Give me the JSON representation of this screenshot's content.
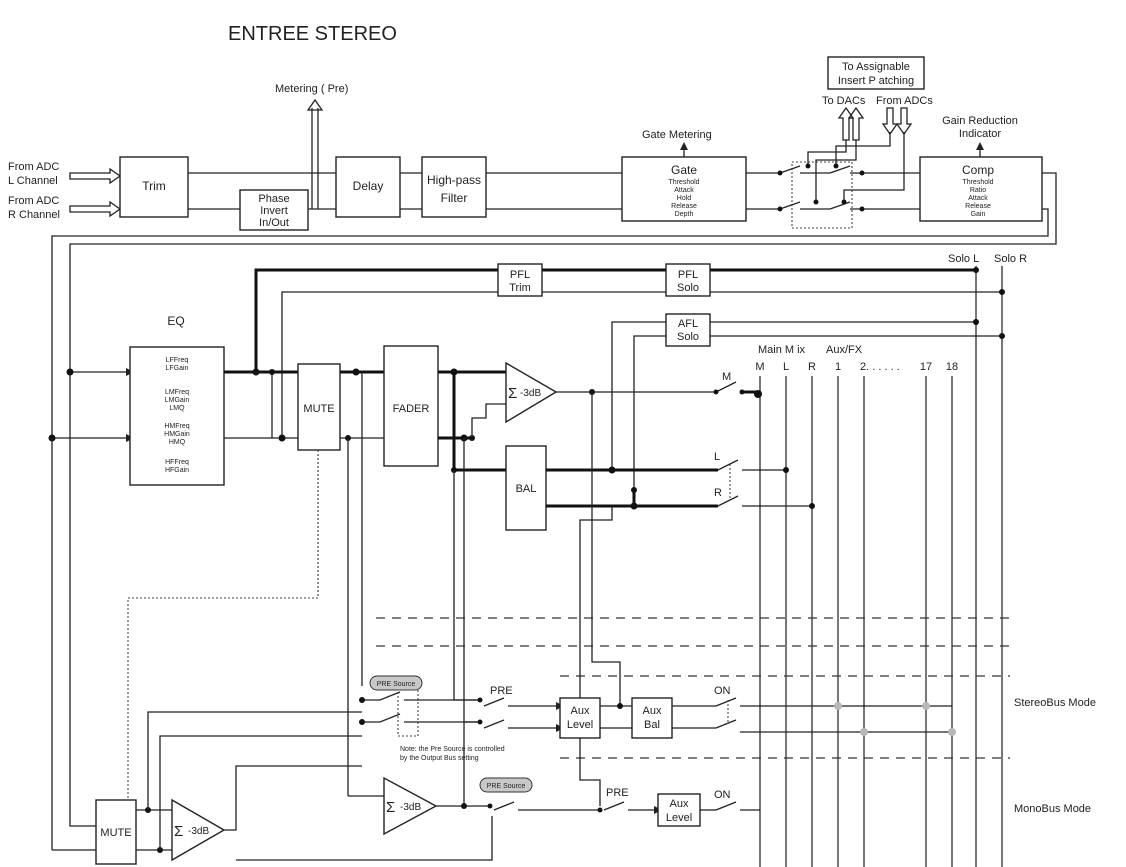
{
  "title": "ENTREE STEREO",
  "inputs": {
    "l_line1": "From ADC",
    "l_line2": "L Channel",
    "r_line1": "From ADC",
    "r_line2": "R Channel"
  },
  "labels": {
    "metering_pre": "Metering ( Pre)",
    "gate_metering": "Gate Metering",
    "insert_line1": "To Assignable",
    "insert_line2": "Insert P atching",
    "to_dacs": "To DACs",
    "from_adcs": "From ADCs",
    "gain_line1": "Gain Reduction",
    "gain_line2": "Indicator",
    "solo_l": "Solo L",
    "solo_r": "Solo R",
    "main_mix": "Main M ix",
    "aux_fx": "Aux/FX",
    "bus_m": "M",
    "bus_l": "L",
    "bus_r": "R",
    "bus_1": "1",
    "bus_2": "2. . . . . .",
    "bus_17": "17",
    "bus_18": "18",
    "switch_m": "M",
    "switch_l": "L",
    "switch_r": "R",
    "pre_1": "PRE",
    "pre_2": "PRE",
    "on_1": "ON",
    "on_2": "ON",
    "pre_source_1": "PRE Source",
    "pre_source_2": "PRE Source",
    "note_line1": "Note: the Pre Source is controlled",
    "note_line2": "by the Output Bus setting",
    "stereobus_mode": "StereoBus Mode",
    "monobus_mode": "MonoBus Mode"
  },
  "blocks": {
    "trim": "Trim",
    "phase_line1": "Phase",
    "phase_line2": "Invert",
    "phase_line3": "In/Out",
    "delay": "Delay",
    "hpf_line1": "High-pass",
    "hpf_line2": "Filter",
    "gate_title": "Gate",
    "gate_params": [
      "Threshold",
      "Attack",
      "Hold",
      "Release",
      "Depth"
    ],
    "comp_title": "Comp",
    "comp_params": [
      "Threshold",
      "Ratio",
      "Attack",
      "Release",
      "Gain"
    ],
    "eq_title": "EQ",
    "eq_params": [
      "LFFreq",
      "LFGain",
      "LMFreq",
      "LMGain",
      "LMQ",
      "HMFreq",
      "HMGain",
      "HMQ",
      "HFFreq",
      "HFGain"
    ],
    "mute": "MUTE",
    "mute_bottom": "MUTE",
    "fader": "FADER",
    "sum_main": "-3dB",
    "sum_mid": "-3dB",
    "sum_bottom": "-3dB",
    "bal": "BAL",
    "pfl_trim_line1": "PFL",
    "pfl_trim_line2": "Trim",
    "pfl_solo_line1": "PFL",
    "pfl_solo_line2": "Solo",
    "afl_solo_line1": "AFL",
    "afl_solo_line2": "Solo",
    "aux_level_line1": "Aux",
    "aux_level_line2": "Level",
    "aux_bal_line1": "Aux",
    "aux_bal_line2": "Bal",
    "aux_level2_line1": "Aux",
    "aux_level2_line2": "Level"
  }
}
